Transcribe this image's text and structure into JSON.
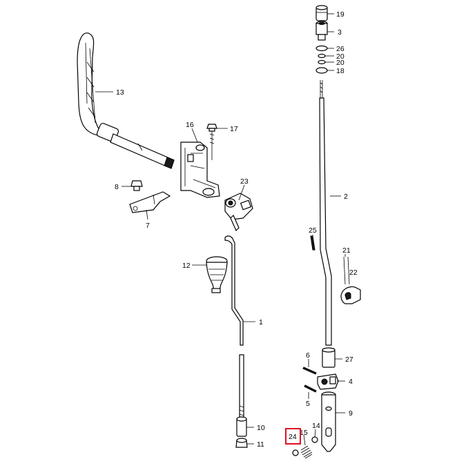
{
  "diagram": {
    "highlight_color": "#e0101e",
    "highlighted_part": "24",
    "callouts": {
      "p19": "19",
      "p3": "3",
      "p26": "26",
      "p20a": "20",
      "p20b": "20",
      "p18": "18",
      "p13": "13",
      "p16": "16",
      "p17": "17",
      "p2": "2",
      "p8": "8",
      "p23": "23",
      "p7": "7",
      "p25": "25",
      "p21": "21",
      "p22": "22",
      "p12": "12",
      "p1": "1",
      "p6": "6",
      "p27": "27",
      "p4": "4",
      "p5": "5",
      "p9": "9",
      "p10": "10",
      "p14": "14",
      "p15": "15",
      "p24": "24",
      "p11": "11"
    }
  }
}
